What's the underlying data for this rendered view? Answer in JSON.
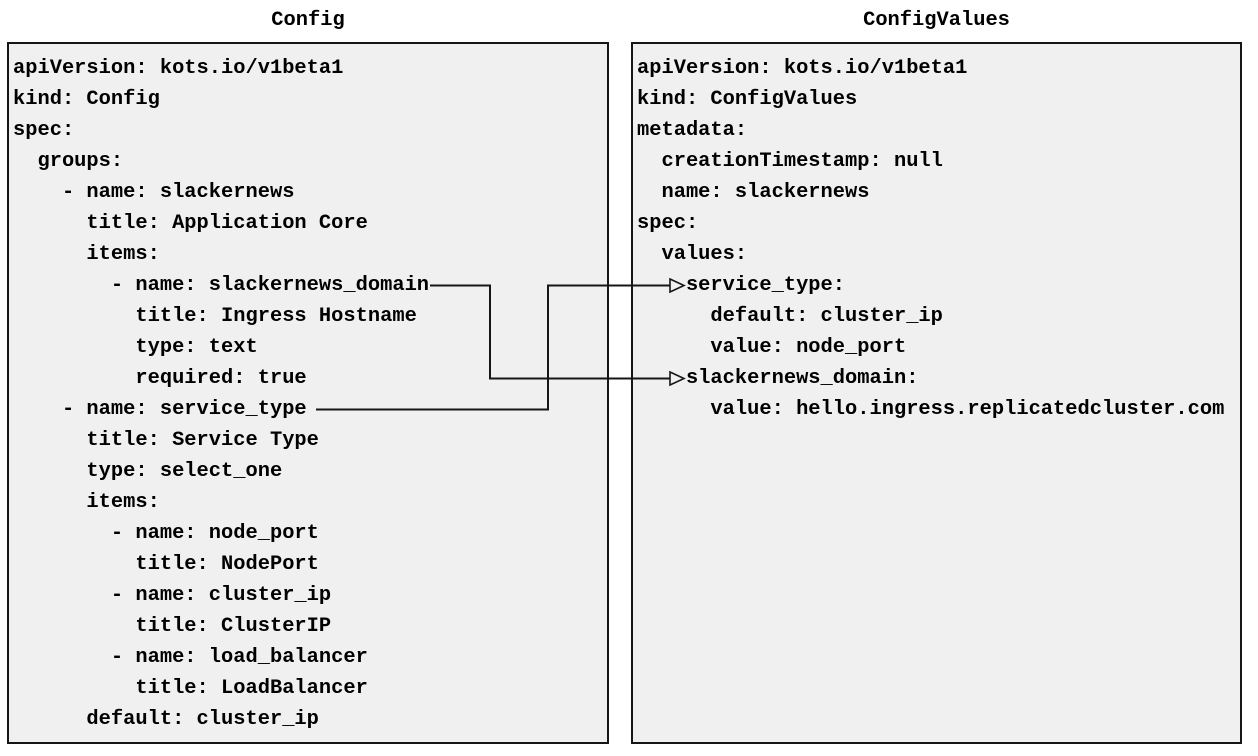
{
  "panels": {
    "config": {
      "title": "Config",
      "lines": [
        "apiVersion: kots.io/v1beta1",
        "kind: Config",
        "spec:",
        "  groups:",
        "    - name: slackernews",
        "      title: Application Core",
        "      items:",
        "        - name: slackernews_domain",
        "          title: Ingress Hostname",
        "          type: text",
        "          required: true",
        "    - name: service_type",
        "      title: Service Type",
        "      type: select_one",
        "      items:",
        "        - name: node_port",
        "          title: NodePort",
        "        - name: cluster_ip",
        "          title: ClusterIP",
        "        - name: load_balancer",
        "          title: LoadBalancer",
        "      default: cluster_ip"
      ]
    },
    "config_values": {
      "title": "ConfigValues",
      "lines": [
        "apiVersion: kots.io/v1beta1",
        "kind: ConfigValues",
        "metadata:",
        "  creationTimestamp: null",
        "  name: slackernews",
        "spec:",
        "  values:",
        "    service_type:",
        "      default: cluster_ip",
        "      value: node_port",
        "    slackernews_domain:",
        "      value: hello.ingress.replicatedcluster.com"
      ]
    }
  },
  "connections": [
    {
      "from": "Config item name: slackernews_domain",
      "to": "ConfigValues values.slackernews_domain"
    },
    {
      "from": "Config item name: service_type",
      "to": "ConfigValues values.service_type"
    }
  ],
  "colors": {
    "panel_background": "#f0f0f0",
    "panel_border": "#161616",
    "connector_line": "#161616",
    "text": "#000000",
    "page_background": "#ffffff"
  }
}
